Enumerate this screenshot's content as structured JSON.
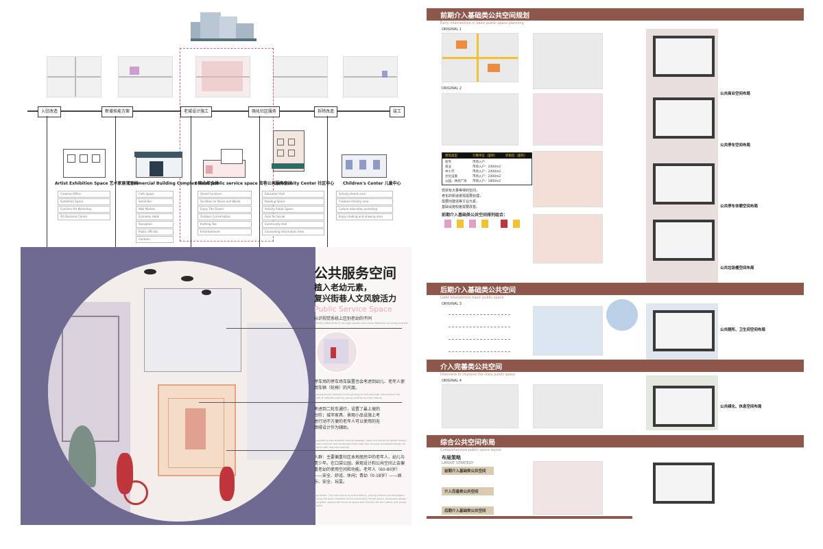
{
  "left_top": {
    "stages": [
      {
        "label": "入驻改造"
      },
      {
        "label": "新增技能方案"
      },
      {
        "label": "老城设计施工"
      },
      {
        "label": "强化社区服务"
      },
      {
        "label": "拆除改造"
      },
      {
        "label": "竣工"
      }
    ],
    "buildings": [
      {
        "name": "Artist Exhibition Space 艺术家展览空间",
        "features": [
          "Creative Office",
          "Exhibition Space",
          "Function Art Workshop",
          "Art Business Center"
        ]
      },
      {
        "name": "Commercial Building Complex 商业综合体",
        "features": [
          "Cafe Space",
          "Small Bar",
          "Wall Market",
          "Economy Hotel",
          "Reception",
          "Public officials",
          "Canteen"
        ]
      },
      {
        "name": "Street public service space 街巷公共服务空间",
        "features": [
          "Street Furniture",
          "Facilities for Noise and Waste",
          "Enjoy The Flower",
          "Outdoor Conversation",
          "Knitting Tea",
          "Entertainment"
        ]
      },
      {
        "name": "Community Center 社区中心",
        "features": [
          "Education Hall",
          "Reading Space",
          "Activity Public Space",
          "Gym for Social",
          "Community Hall",
          "Counseling Information Area"
        ]
      },
      {
        "name": "Children's Center 儿童中心",
        "features": [
          "Activity Hands area",
          "Creative Activity area",
          "Culture education workshop",
          "Enjoy reading and drawing area"
        ]
      }
    ]
  },
  "left_bottom": {
    "title_cn": "公共服务空间",
    "subtitle_cn_1": "植入老幼元素，",
    "subtitle_cn_2": "复兴街巷人文风貌活力",
    "title_en": "Public Service Space",
    "section_cn": "标识视觉系统上区别老幼的不同",
    "section_en": "Identity differences in the logo system and visual distinction of young and old",
    "para1_cn": "停车场的停车场车装置也会考虑到幼儿、老年人使用车辆（轮椅）的尺度。",
    "para1_en": "Parking bicycle devices in the parking lot will also take into account the scale of vehicles used by young children and the elderly.",
    "para2_cn": "考虑到二轮车通行，设置了最上坡的台阶；城市家具、景观小品设施上考虑行动不方便的老年人可以使用的无障碍设计作为辅助。",
    "para2_en": "Considering two-wheeled vehicle passage, steps are placed at gentle slopes; urban furniture and landscape items take into account accessible design for elderly with reduced mobility.",
    "para3_cn": "人群：主要偏重社区本地居民中的老年人、幼儿与青少年。在口袋公园、景观设计和公共空间上会偏重老幼的使用空间和功能。老年人（60-80岁）——安全、舒适、休闲；青幼（0-18岁）——娱乐、安全、玩耍。",
    "para3_en": "Population: The main focus is on the elderly, young children and teenagers among the local residents of the community. Pocket parks, landscape design and public spaces will focus on space and function for the elderly and young people."
  },
  "right": {
    "sections": [
      {
        "cn": "前期介入基础类公共空间规划",
        "en": "Early intervention in basic public space planning"
      },
      {
        "cn": "后期介入基础类公共空间",
        "en": "Later intervention basic public space"
      },
      {
        "cn": "介入完善类公共空间",
        "en": "Intervene to improve the class public space"
      },
      {
        "cn": "综合公共空间布局",
        "en": "Comprehensive public space layout"
      }
    ],
    "originals": [
      "ORIGINAL 1",
      "ORIGINAL 2",
      "ORIGINAL 3",
      "ORIGINAL 4"
    ],
    "row_labels": [
      "公共商业空间布局",
      "公共停车空间布局",
      "公共停车休憩空间布局",
      "公共垃圾桶空间布局",
      "公共厕所、卫生间空间布局",
      "公共绿化、休息空间布局"
    ],
    "table_header": [
      "建筑类型",
      "计算单位（面积）",
      "折税后（面积）"
    ],
    "table_rows": [
      [
        "住宅",
        "市场入户"
      ],
      [
        "商业",
        "市场入户：2400m2"
      ],
      [
        "中小学",
        "市场入户：2400m2"
      ],
      [
        "文化设施",
        "市场入户：2400m2"
      ],
      [
        "公园、休闲广场",
        "市场入户：1800m2"
      ]
    ],
    "early_combo": "前期介入基础类公共空间排列组合：",
    "notes": [
      "现状有大量等待的空间，",
      "老化的街道景观需要处理，",
      "需要旧建造等工业元素，",
      "基础设施较差需要改善。"
    ],
    "strategy": "布局策略",
    "strategy_en": "LAYOUT STRATEGY",
    "strategies": [
      "前期介入基础类公共空间",
      "介入完善类公共空间",
      "后期介入基础类公共空间"
    ]
  },
  "colors": {
    "section_bar": "#8e574c",
    "accent_red": "#c0343c",
    "purple": "#6f6a92",
    "yellow": "#f2c230",
    "orange": "#f08a3c",
    "olive": "#8a7a3a"
  }
}
